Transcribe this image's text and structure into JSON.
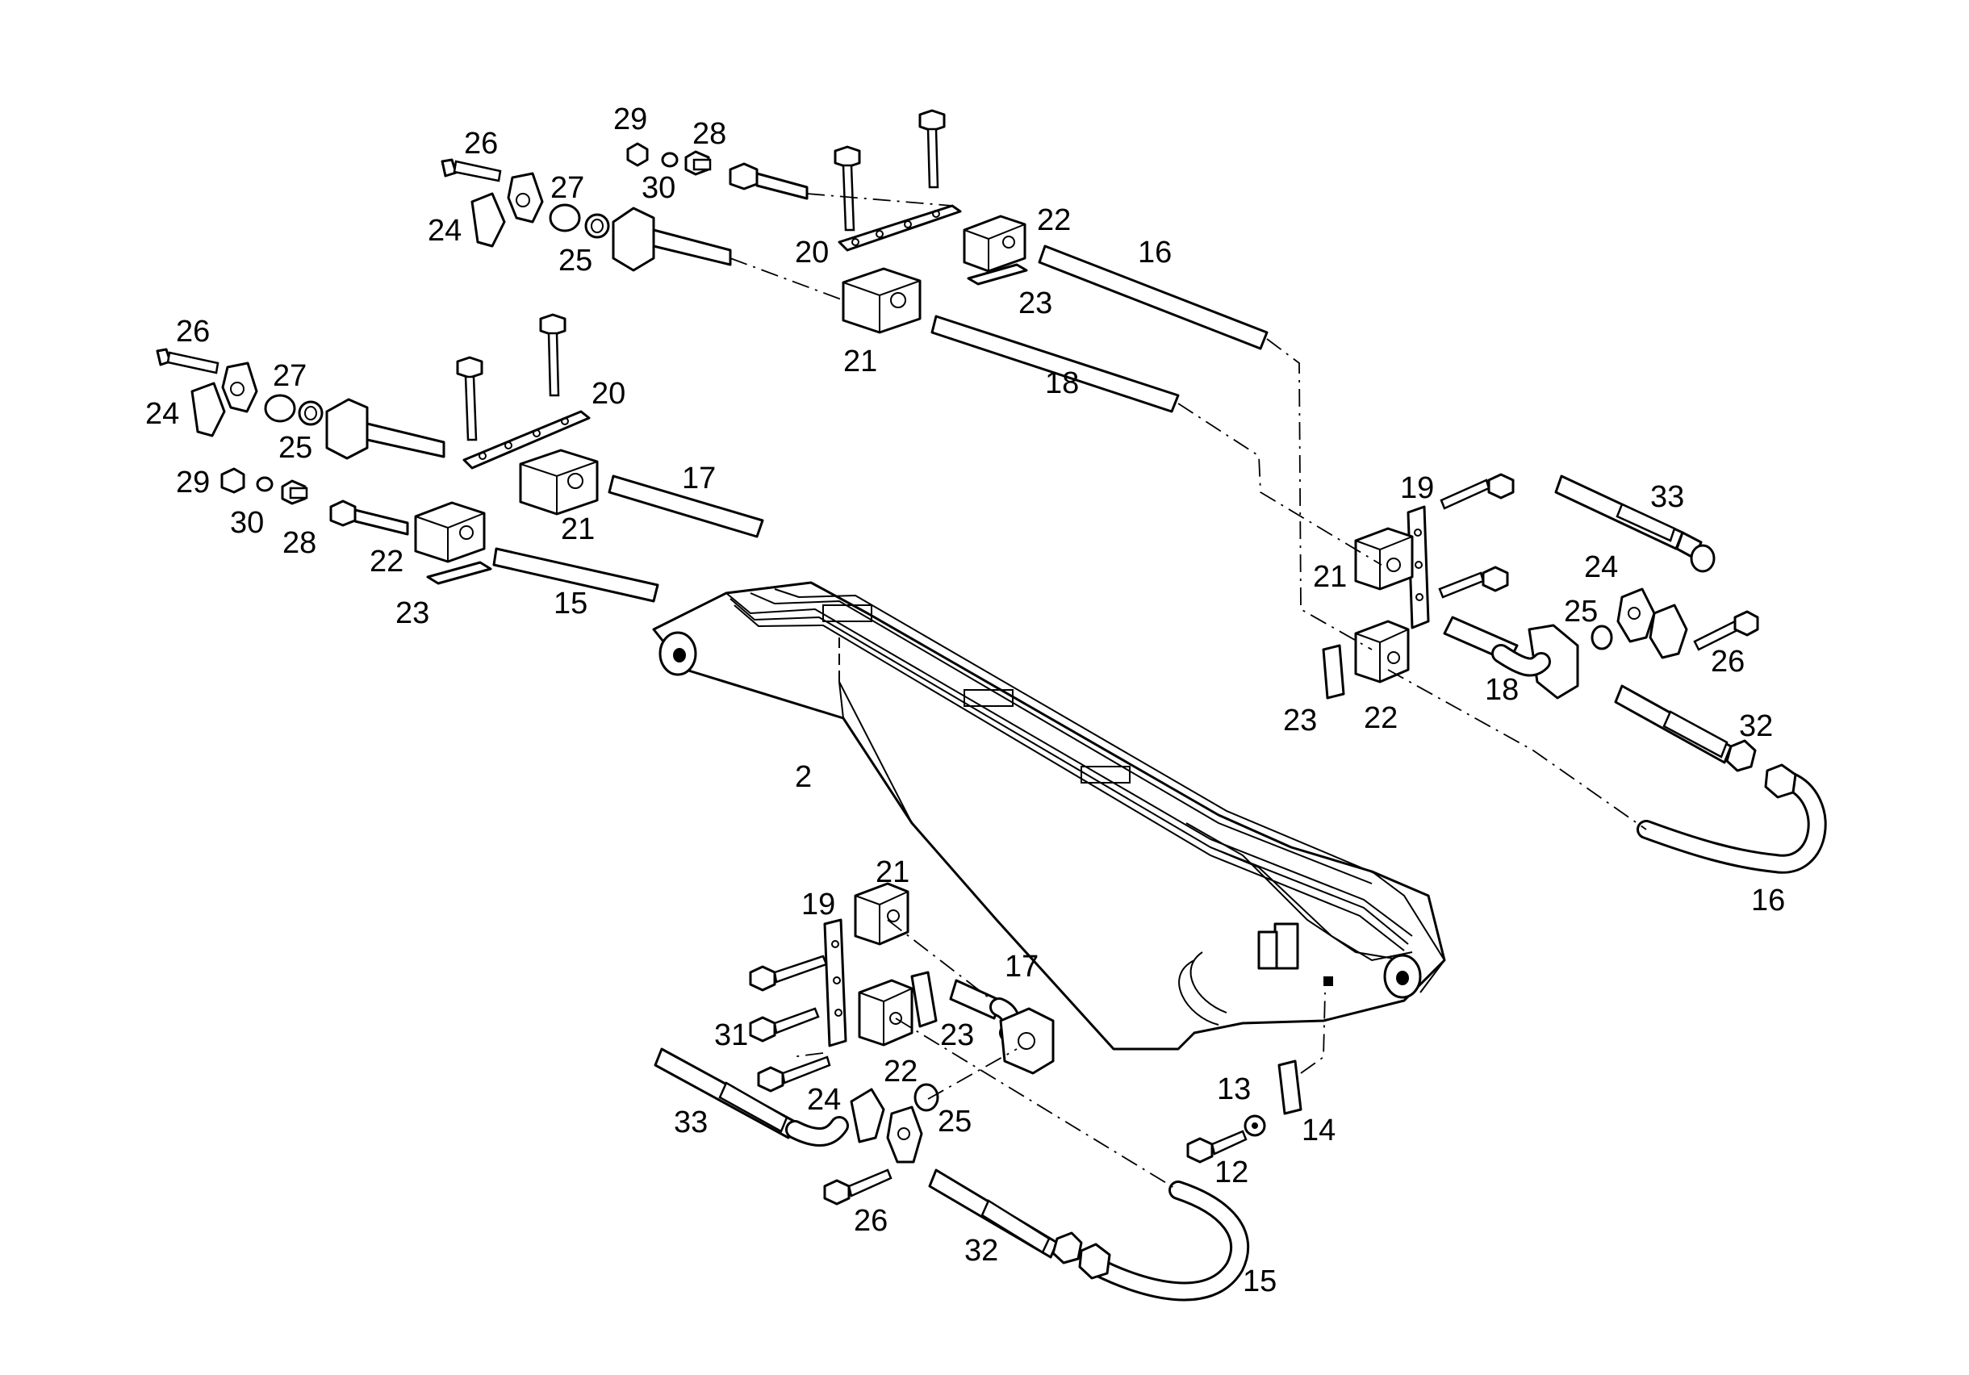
{
  "callouts": [
    {
      "id": "c26a",
      "text": "26"
    },
    {
      "id": "c29a",
      "text": "29"
    },
    {
      "id": "c28a",
      "text": "28"
    },
    {
      "id": "c27a",
      "text": "27"
    },
    {
      "id": "c30a",
      "text": "30"
    },
    {
      "id": "c24a",
      "text": "24"
    },
    {
      "id": "c25a",
      "text": "25"
    },
    {
      "id": "c20a",
      "text": "20"
    },
    {
      "id": "c22a",
      "text": "22"
    },
    {
      "id": "c16a",
      "text": "16"
    },
    {
      "id": "c23a",
      "text": "23"
    },
    {
      "id": "c21a",
      "text": "21"
    },
    {
      "id": "c18a",
      "text": "18"
    },
    {
      "id": "c26b",
      "text": "26"
    },
    {
      "id": "c27b",
      "text": "27"
    },
    {
      "id": "c20b",
      "text": "20"
    },
    {
      "id": "c24b",
      "text": "24"
    },
    {
      "id": "c25b",
      "text": "25"
    },
    {
      "id": "c17a",
      "text": "17"
    },
    {
      "id": "c29b",
      "text": "29"
    },
    {
      "id": "c30b",
      "text": "30"
    },
    {
      "id": "c21b",
      "text": "21"
    },
    {
      "id": "c28b",
      "text": "28"
    },
    {
      "id": "c22b",
      "text": "22"
    },
    {
      "id": "c23b",
      "text": "23"
    },
    {
      "id": "c15a",
      "text": "15"
    },
    {
      "id": "c19a",
      "text": "19"
    },
    {
      "id": "c33a",
      "text": "33"
    },
    {
      "id": "c21c",
      "text": "21"
    },
    {
      "id": "c24c",
      "text": "24"
    },
    {
      "id": "c25c",
      "text": "25"
    },
    {
      "id": "c26c",
      "text": "26"
    },
    {
      "id": "c18b",
      "text": "18"
    },
    {
      "id": "c23c",
      "text": "23"
    },
    {
      "id": "c22c",
      "text": "22"
    },
    {
      "id": "c32a",
      "text": "32"
    },
    {
      "id": "c16b",
      "text": "16"
    },
    {
      "id": "c2",
      "text": "2"
    },
    {
      "id": "c21d",
      "text": "21"
    },
    {
      "id": "c19b",
      "text": "19"
    },
    {
      "id": "c17b",
      "text": "17"
    },
    {
      "id": "c31",
      "text": "31"
    },
    {
      "id": "c23d",
      "text": "23"
    },
    {
      "id": "c22d",
      "text": "22"
    },
    {
      "id": "c24d",
      "text": "24"
    },
    {
      "id": "c25d",
      "text": "25"
    },
    {
      "id": "c33b",
      "text": "33"
    },
    {
      "id": "c26d",
      "text": "26"
    },
    {
      "id": "c32b",
      "text": "32"
    },
    {
      "id": "c15b",
      "text": "15"
    },
    {
      "id": "c13",
      "text": "13"
    },
    {
      "id": "c14",
      "text": "14"
    },
    {
      "id": "c12",
      "text": "12"
    }
  ]
}
